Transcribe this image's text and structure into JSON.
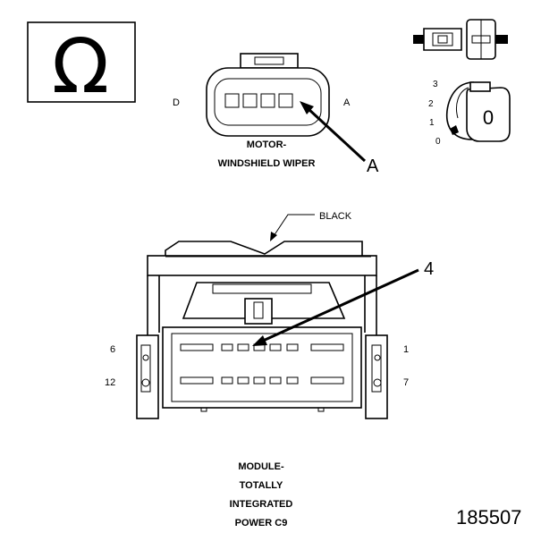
{
  "symbol": {
    "glyph": "Ω"
  },
  "wiper_connector": {
    "pin_left": "D",
    "pin_right": "A",
    "callout": "A",
    "caption_line1": "MOTOR-",
    "caption_line2": "WINDSHIELD WIPER"
  },
  "key_graphic": {
    "positions": [
      "3",
      "2",
      "1",
      "0"
    ],
    "key_digit": "0"
  },
  "module_connector": {
    "color_label": "BLACK",
    "callout": "4",
    "pin_top_left": "6",
    "pin_top_right": "1",
    "pin_bottom_left": "12",
    "pin_bottom_right": "7",
    "caption_line1": "MODULE-",
    "caption_line2": "TOTALLY",
    "caption_line3": "INTEGRATED",
    "caption_line4": "POWER C9"
  },
  "figure_number": "185507"
}
